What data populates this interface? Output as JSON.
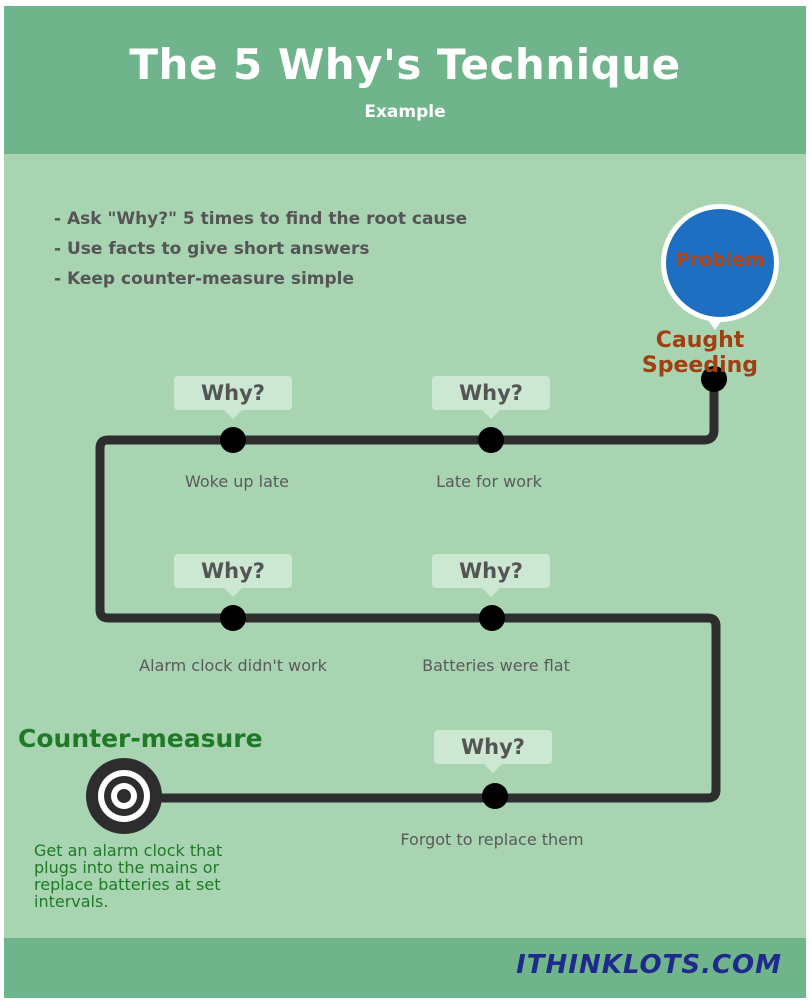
{
  "header": {
    "title": "The 5 Why's Technique",
    "subtitle": "Example"
  },
  "intro": {
    "bullets": [
      "- Ask \"Why?\" 5 times to find the root cause",
      "- Use facts to give short answers",
      "- Keep counter-measure simple"
    ]
  },
  "problem": {
    "bubble_label": "Problem",
    "statement": "Caught Speeding"
  },
  "whys": [
    {
      "prompt": "Why?",
      "answer": "Late for work"
    },
    {
      "prompt": "Why?",
      "answer": "Woke up late"
    },
    {
      "prompt": "Why?",
      "answer": "Alarm clock didn't work"
    },
    {
      "prompt": "Why?",
      "answer": "Batteries were flat"
    },
    {
      "prompt": "Why?",
      "answer": "Forgot to replace them"
    }
  ],
  "countermeasure": {
    "title": "Counter-measure",
    "text": "Get an alarm clock that plugs into the mains or replace batteries at set intervals."
  },
  "footer": {
    "brand": "ITHINKLOTS.COM"
  },
  "colors": {
    "background": "#a8d4b2",
    "header_band": "#6fb48a",
    "path_line": "#2d2d2d",
    "problem_blue": "#1e6fc2",
    "problem_text": "#a04010",
    "countermeasure_green": "#1e7a26",
    "brand_blue": "#1f2a8c"
  }
}
